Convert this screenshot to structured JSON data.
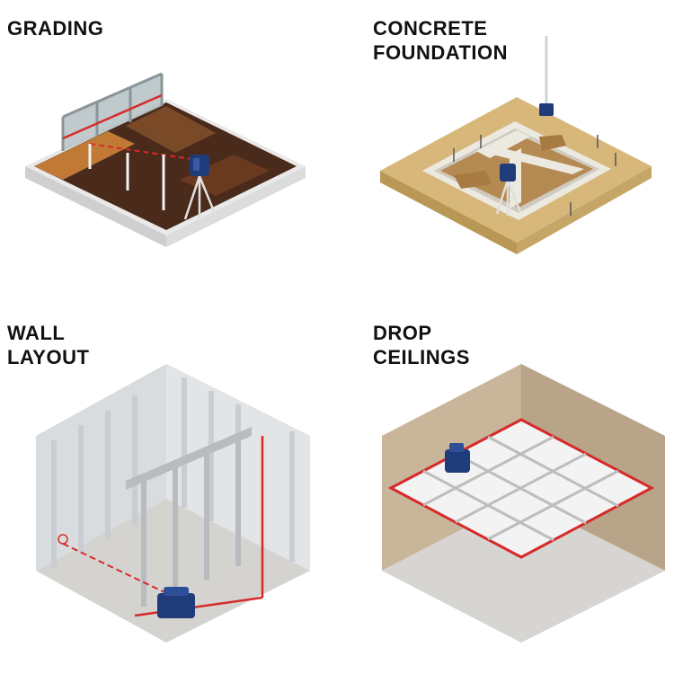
{
  "panels": [
    {
      "id": "grading",
      "title_lines": [
        "GRADING"
      ]
    },
    {
      "id": "concrete-foundation",
      "title_lines": [
        "CONCRETE",
        "FOUNDATION"
      ]
    },
    {
      "id": "wall-layout",
      "title_lines": [
        "WALL",
        "LAYOUT"
      ]
    },
    {
      "id": "drop-ceilings",
      "title_lines": [
        "DROP",
        "CEILINGS"
      ]
    }
  ],
  "colors": {
    "laser_red": "#d62a2a",
    "laser_blue": "#1f3b7a",
    "soil_dark": "#4a2a1a",
    "sand": "#d8b77a",
    "concrete": "#e7e4dc",
    "steel": "#c9cdd2",
    "wall_tan": "#c9b59a"
  }
}
